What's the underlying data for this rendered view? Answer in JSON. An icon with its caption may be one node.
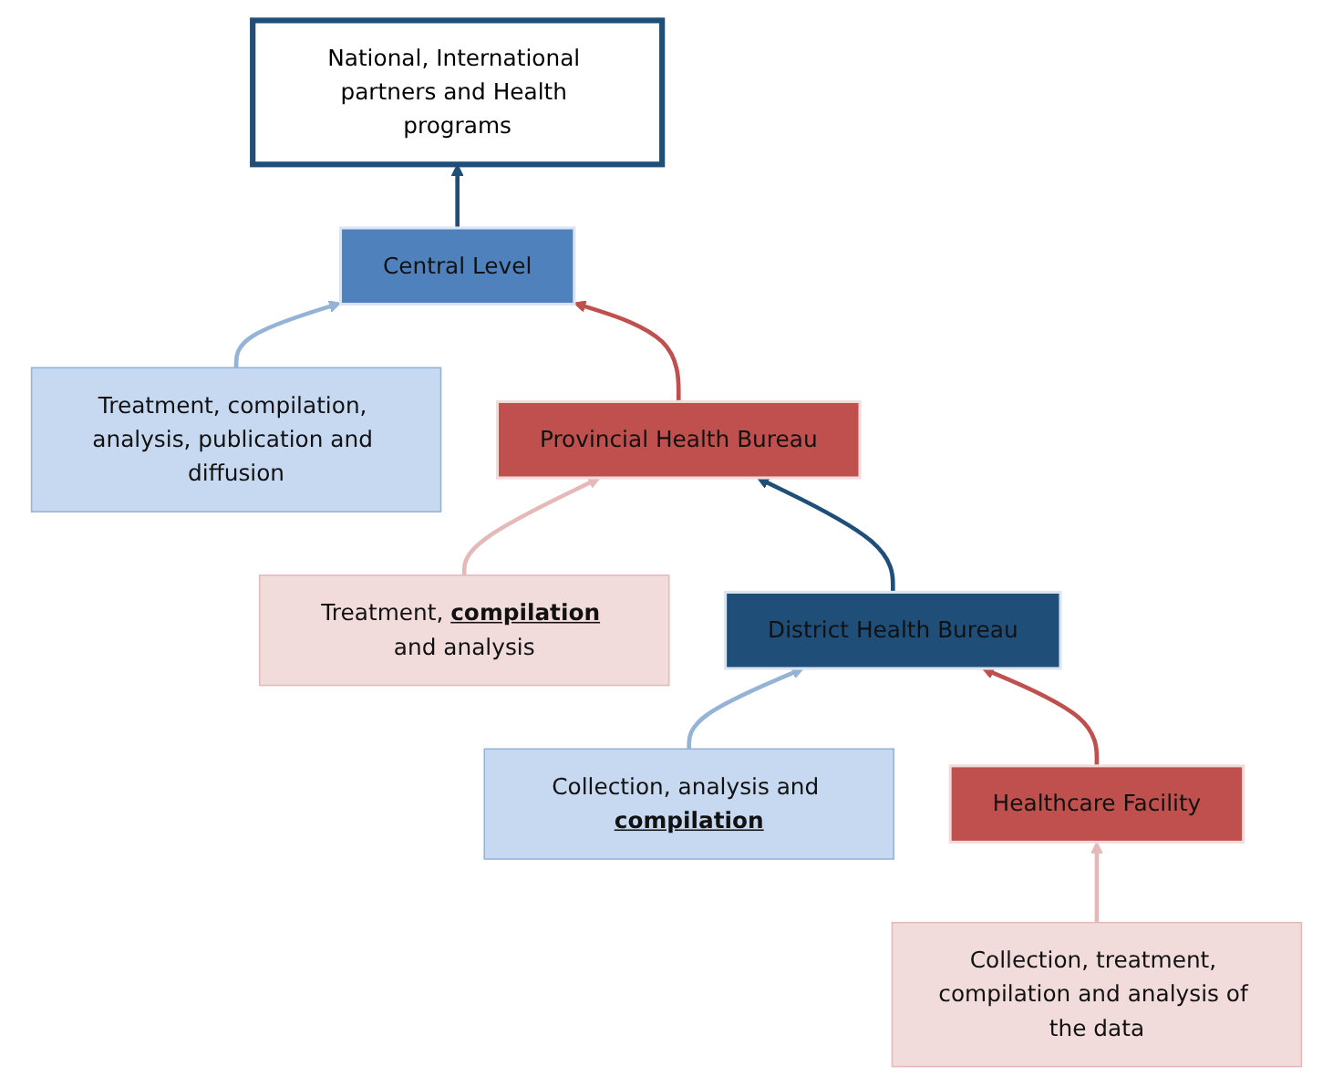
{
  "diagram": {
    "nodes": [
      {
        "text": [
          "National, International partners and Health programs"
        ]
      },
      {
        "text": [
          "Central Level"
        ]
      },
      {
        "text": [
          "Treatment, compilation, analysis, publication and diffusion"
        ]
      },
      {
        "text": [
          "Provincial Health Bureau"
        ]
      },
      {
        "text": [
          "Treatment, **compilation** and analysis"
        ]
      },
      {
        "text": [
          "District Health Bureau"
        ]
      },
      {
        "text": [
          "Collection, analysis and **compilation**"
        ]
      },
      {
        "text": [
          "Healthcare Facility"
        ]
      },
      {
        "text": [
          "Collection, treatment, compilation and analysis of the data"
        ]
      }
    ],
    "edges": [
      {
        "from": 1,
        "to": 0,
        "arrow": "to",
        "color": "#1f4e79"
      },
      {
        "from": 2,
        "to": 1,
        "arrow": "to",
        "color": "#95b3d7"
      },
      {
        "from": 3,
        "to": 1,
        "arrow": "to",
        "color": "#c0504d"
      },
      {
        "from": 4,
        "to": 3,
        "arrow": "to",
        "color": "#e6b9b8"
      },
      {
        "from": 5,
        "to": 3,
        "arrow": "to",
        "color": "#1f4e79"
      },
      {
        "from": 6,
        "to": 5,
        "arrow": "to",
        "color": "#95b3d7"
      },
      {
        "from": 7,
        "to": 5,
        "arrow": "to",
        "color": "#c0504d"
      },
      {
        "from": 8,
        "to": 7,
        "arrow": "to",
        "color": "#e6b9b8"
      }
    ]
  }
}
